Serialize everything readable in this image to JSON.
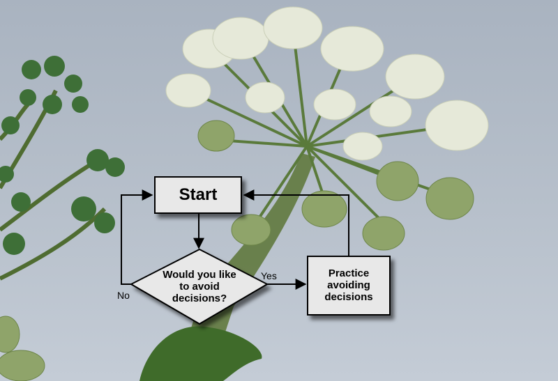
{
  "flowchart": {
    "start_label": "Start",
    "decision_lines": [
      "Would you like",
      "to avoid",
      "decisions?"
    ],
    "action_lines": [
      "Practice",
      "avoiding",
      "decisions"
    ],
    "yes_label": "Yes",
    "no_label": "No"
  },
  "colors": {
    "sky": "#b7c0cb",
    "box_fill": "#e8e8e8",
    "box_border": "#000000",
    "stem": "#5c7a3a",
    "flower": "#e9ecdf"
  }
}
